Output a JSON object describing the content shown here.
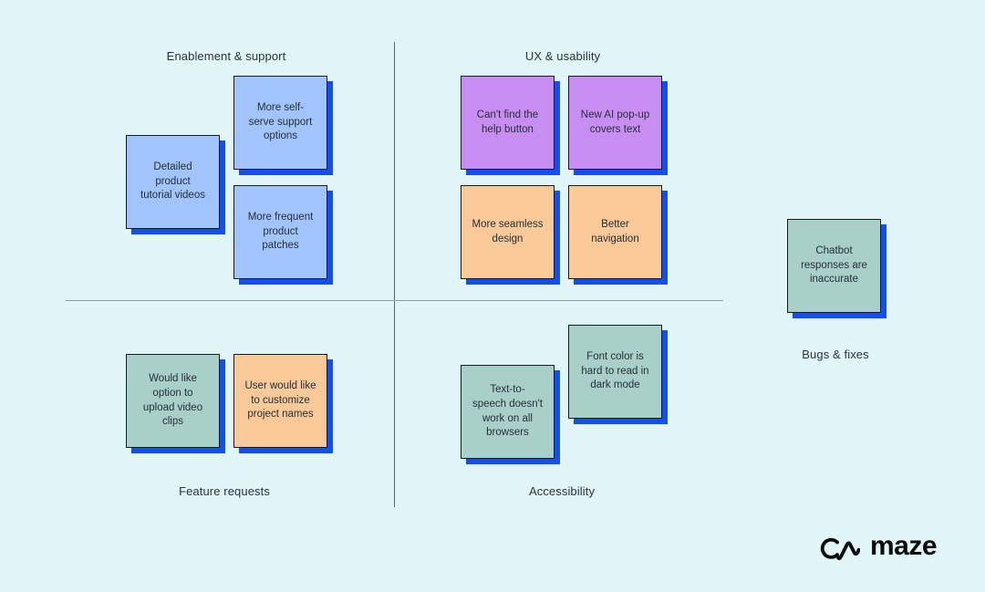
{
  "board": {
    "background": "#e0f6f8",
    "note_border": "#131c26",
    "note_shadow": "#1150ef",
    "note_text_color": "#252f3a",
    "divider_vertical_color": "#55646a",
    "divider_horizontal_color": "#8fa0a3"
  },
  "colors": {
    "blue": "#a0c4fb",
    "purple": "#c88df0",
    "orange": "#fac998",
    "teal": "#a8cfc8"
  },
  "quadrants": [
    {
      "id": "enablement",
      "label": "Enablement & support"
    },
    {
      "id": "ux",
      "label": "UX & usability"
    },
    {
      "id": "features",
      "label": "Feature requests"
    },
    {
      "id": "accessibility",
      "label": "Accessibility"
    },
    {
      "id": "bugs",
      "label": "Bugs & fixes"
    }
  ],
  "notes": [
    {
      "color": "blue",
      "quadrant": "enablement",
      "text": "More self-\nserve support\noptions"
    },
    {
      "color": "blue",
      "quadrant": "enablement",
      "text": "Detailed\nproduct\ntutorial videos"
    },
    {
      "color": "blue",
      "quadrant": "enablement",
      "text": "More frequent\nproduct\npatches"
    },
    {
      "color": "purple",
      "quadrant": "ux",
      "text": "Can't find the\nhelp button"
    },
    {
      "color": "purple",
      "quadrant": "ux",
      "text": "New AI pop-up\ncovers text"
    },
    {
      "color": "orange",
      "quadrant": "ux",
      "text": "More seamless\ndesign"
    },
    {
      "color": "orange",
      "quadrant": "ux",
      "text": "Better\nnavigation"
    },
    {
      "color": "teal",
      "quadrant": "features",
      "text": "Would like\noption to\nupload video\nclips"
    },
    {
      "color": "orange",
      "quadrant": "features",
      "text": "User would like\nto customize\nproject names"
    },
    {
      "color": "teal",
      "quadrant": "accessibility",
      "text": "Text-to-\nspeech doesn't\nwork on all\nbrowsers"
    },
    {
      "color": "teal",
      "quadrant": "accessibility",
      "text": "Font color is\nhard to read in\ndark mode"
    },
    {
      "color": "teal",
      "quadrant": "bugs",
      "text": "Chatbot\nresponses are\ninaccurate"
    }
  ],
  "logo": {
    "brand": "maze"
  }
}
